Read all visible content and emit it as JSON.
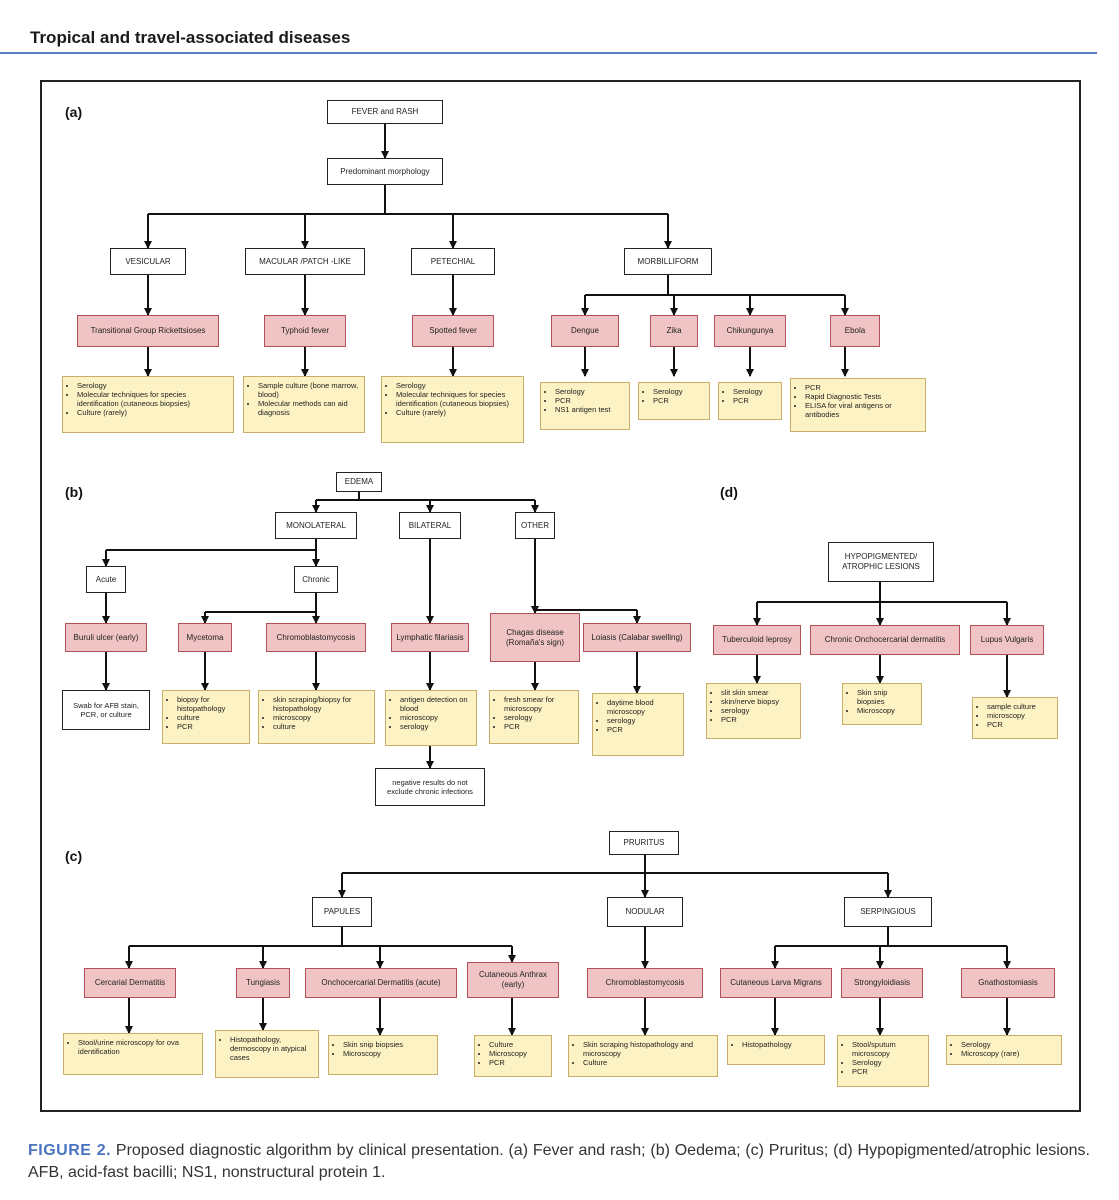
{
  "header": {
    "title": "Tropical and travel-associated diseases"
  },
  "caption": {
    "label": "FIGURE 2.",
    "text": "Proposed diagnostic algorithm by clinical presentation. (a) Fever and rash; (b) Oedema; (c) Pruritus; (d) Hypopigmented/atrophic lesions. AFB, acid-fast bacilli; NS1, nonstructural protein 1."
  },
  "panels": {
    "a": {
      "label": "(a)",
      "root": "FEVER and RASH",
      "level1": "Predominant morphology",
      "categories": [
        "VESICULAR",
        "MACULAR /PATCH -LIKE",
        "PETECHIAL",
        "MORBILLIFORM"
      ],
      "diseases": [
        "Transitional Group Rickettsioses",
        "Typhoid fever",
        "Spotted fever",
        "Dengue",
        "Zika",
        "Chikungunya",
        "Ebola"
      ],
      "tests": [
        [
          "Serology",
          "Molecular techniques for species identification (cutaneous biopsies)",
          "Culture (rarely)"
        ],
        [
          "Sample culture (bone marrow, blood)",
          "Molecular methods can aid diagnosis"
        ],
        [
          "Serology",
          "Molecular techniques for species identification (cutaneous biopsies)",
          "Culture (rarely)"
        ],
        [
          "Serology",
          "PCR",
          "NS1 antigen test"
        ],
        [
          "Serology",
          "PCR"
        ],
        [
          "Serology",
          "PCR"
        ],
        [
          "PCR",
          "Rapid Diagnostic Tests",
          "ELISA for viral antigens or antibodies"
        ]
      ]
    },
    "b": {
      "label": "(b)",
      "root": "EDEMA",
      "categories": [
        "MONOLATERAL",
        "BILATERAL",
        "OTHER"
      ],
      "subcategories": [
        "Acute",
        "Chronic"
      ],
      "diseases": [
        "Buruli ulcer (early)",
        "Mycetoma",
        "Chromoblastomycosis",
        "Lymphatic filariasis",
        "Chagas disease (Romaña's sign)",
        "Loiasis (Calabar swelling)"
      ],
      "tests": [
        "Swab for AFB stain, PCR, or culture",
        [
          "biopsy for histopathology",
          "culture",
          "PCR"
        ],
        [
          "skin scraping/biopsy for histopathology",
          "microscopy",
          "culture"
        ],
        [
          "antigen detection on blood",
          "microscopy",
          "serology"
        ],
        [
          "fresh smear for microscopy",
          "serology",
          "PCR"
        ],
        [
          "daytime blood microscopy",
          "serology",
          "PCR"
        ]
      ],
      "note": "negative results do not exclude chronic infections"
    },
    "c": {
      "label": "(c)",
      "root": "PRURITUS",
      "categories": [
        "PAPULES",
        "NODULAR",
        "SERPINGIOUS"
      ],
      "diseases": [
        "Cercarial Dermatitis",
        "Tungiasis",
        "Onchocercarial Dermatitis (acute)",
        "Cutaneous Anthrax (early)",
        "Chromoblastomycosis",
        "Cutaneous Larva Migrans",
        "Strongyloidiasis",
        "Gnathostomiasis"
      ],
      "tests": [
        [
          "Stool/urine microscopy for ova identification"
        ],
        [
          "Histopathology, dermoscopy in atypical cases"
        ],
        [
          "Skin snip biopsies",
          "Microscopy"
        ],
        [
          "Culture",
          "Microscopy",
          "PCR"
        ],
        [
          "Skin scraping histopathology and microscopy",
          "Culture"
        ],
        [
          "Histopathology"
        ],
        [
          "Stool/sputum microscopy",
          "Serology",
          "PCR"
        ],
        [
          "Serology",
          "Microscopy (rare)"
        ]
      ]
    },
    "d": {
      "label": "(d)",
      "root": "HYPOPIGMENTED/ ATROPHIC LESIONS",
      "diseases": [
        "Tuberculoid leprosy",
        "Chronic Onchocercarial dermatitis",
        "Lupus Vulgaris"
      ],
      "tests": [
        [
          "slit skin smear",
          "skin/nerve biopsy",
          "serology",
          "PCR"
        ],
        [
          "Skin snip biopsies",
          "Microscopy"
        ],
        [
          "sample culture",
          "microscopy",
          "PCR"
        ]
      ]
    }
  }
}
